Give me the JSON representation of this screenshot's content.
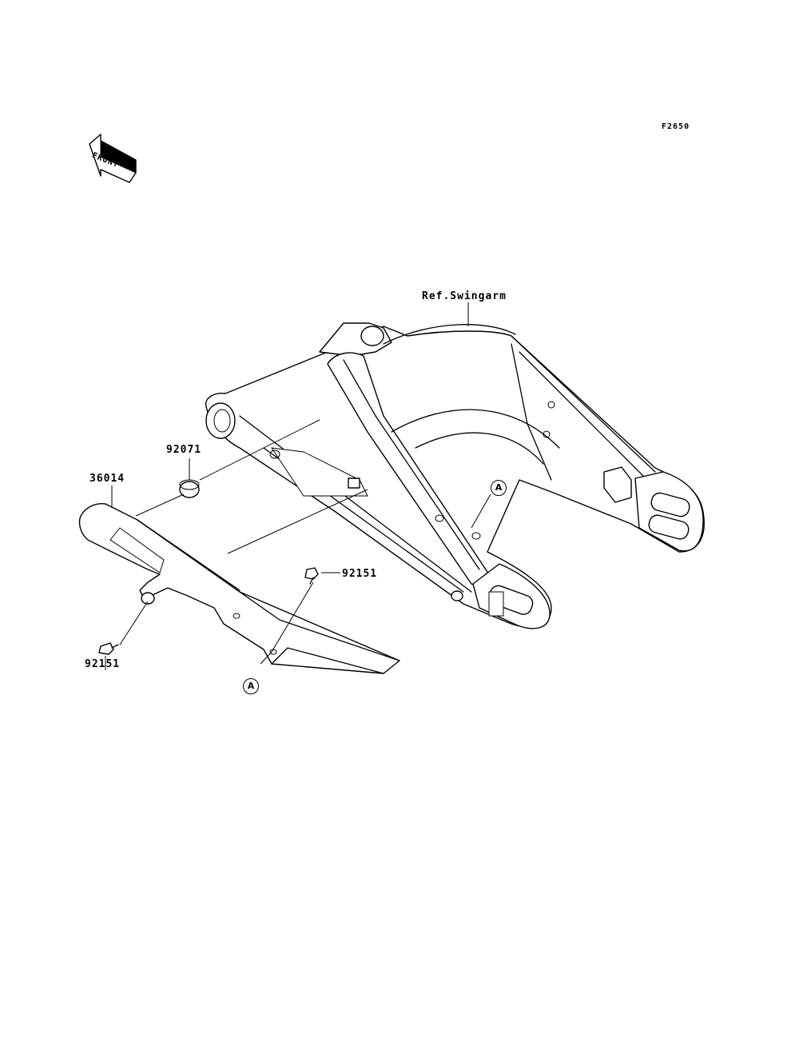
{
  "figure_code": "F2650",
  "front_indicator": "FRONT",
  "reference_label": "Ref.Swingarm",
  "callout_letter": "A",
  "parts": {
    "chain_cover": "36014",
    "collar": "92071",
    "bolt_upper": "92151",
    "bolt_lower": "92151"
  },
  "icons": {
    "front": "front-arrow-icon"
  }
}
